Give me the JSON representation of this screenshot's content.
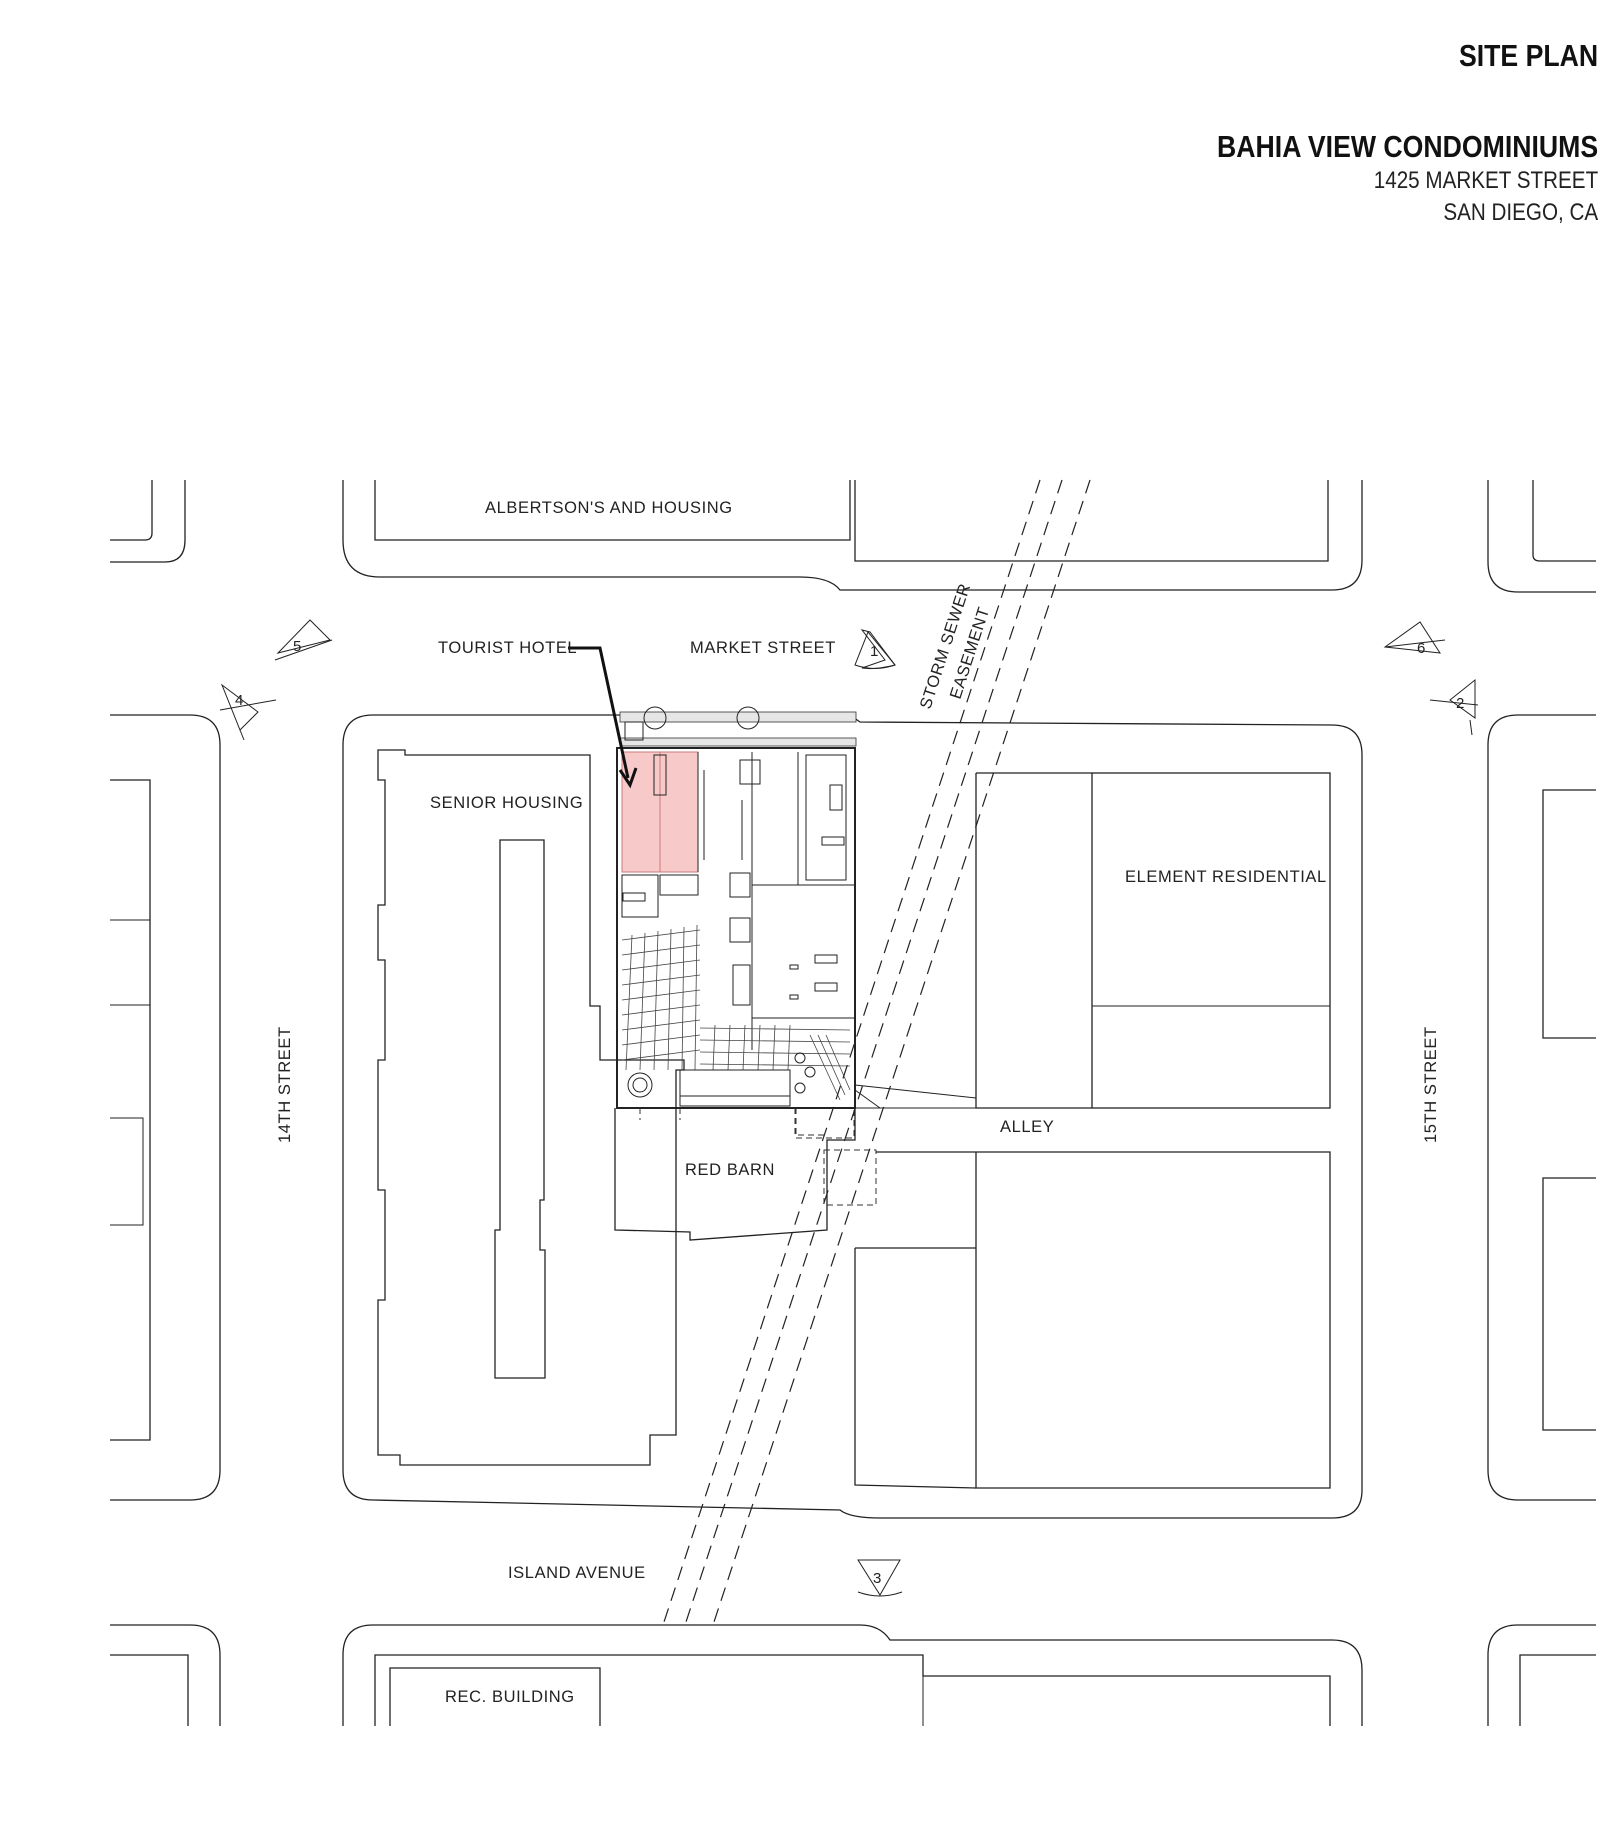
{
  "title_block": {
    "sheet_title": "SITE PLAN",
    "project_name": "BAHIA VIEW CONDOMINIUMS",
    "address_line1": "1425 MARKET STREET",
    "address_line2": "SAN DIEGO, CA"
  },
  "labels": {
    "albertsons": "ALBERTSON'S AND HOUSING",
    "tourist_hotel": "TOURIST HOTEL",
    "market_street": "MARKET  STREET",
    "storm_sewer": "STORM SEWER",
    "easement": "EASEMENT",
    "senior_housing": "SENIOR HOUSING",
    "element_residential": "ELEMENT RESIDENTIAL",
    "fourteenth_street": "14TH  STREET",
    "fifteenth_street": "15TH  STREET",
    "alley": "ALLEY",
    "red_barn": "RED BARN",
    "island_avenue": "ISLAND  AVENUE",
    "rec_building": "REC. BUILDING"
  },
  "view_markers": [
    "1",
    "2",
    "3",
    "4",
    "5",
    "6"
  ],
  "colors": {
    "line": "#222222",
    "highlight_fill": "#f7c9c9",
    "highlight_stroke": "#c87a7a"
  }
}
